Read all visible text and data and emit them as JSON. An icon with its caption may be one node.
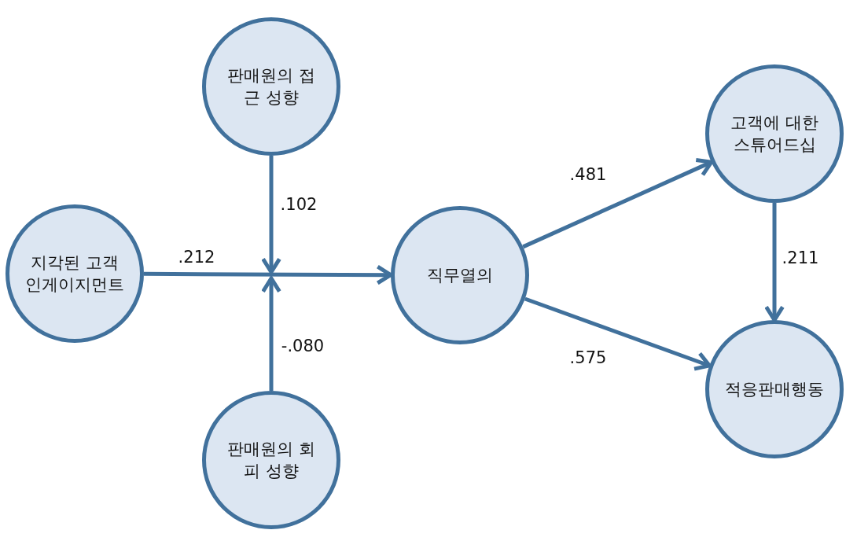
{
  "diagram": {
    "nodes": [
      {
        "text": [
          "판매원의 접근 성향"
        ]
      },
      {
        "text": [
          "지각된 고객 인게이지먼트"
        ]
      },
      {
        "text": [
          "직무열의"
        ]
      },
      {
        "text": [
          "판매원의 회피 성향"
        ]
      },
      {
        "text": [
          "고객에 대한 스튜어드십"
        ]
      },
      {
        "text": [
          "적응판매행동"
        ]
      }
    ],
    "edges": [
      {
        "from": 1,
        "to": 2,
        "arrow": "to",
        "label": ".212"
      },
      {
        "from": 0,
        "to": null,
        "arrow": "to",
        "label": ".102"
      },
      {
        "from": 3,
        "to": null,
        "arrow": "to",
        "label": "-.080"
      },
      {
        "from": 2,
        "to": 4,
        "arrow": "to",
        "label": ".481"
      },
      {
        "from": 2,
        "to": 5,
        "arrow": "to",
        "label": ".575"
      },
      {
        "from": 4,
        "to": 5,
        "arrow": "to",
        "label": ".211"
      }
    ]
  }
}
